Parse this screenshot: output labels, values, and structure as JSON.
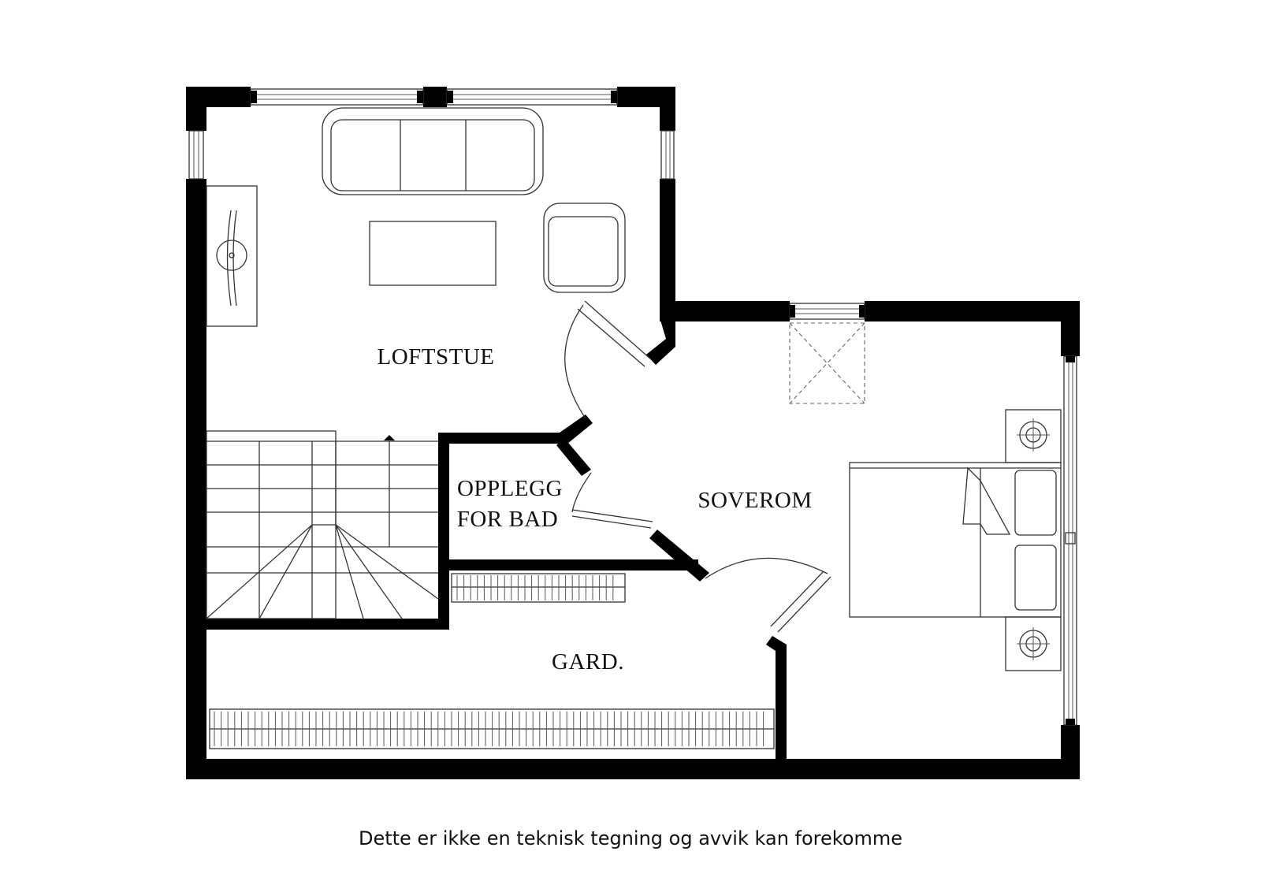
{
  "rooms": {
    "loftstue": "LOFTSTUE",
    "opplegg_line1": "OPPLEGG",
    "opplegg_line2": "FOR BAD",
    "soverom": "SOVEROM",
    "gard": "GARD."
  },
  "disclaimer": "Dette er ikke en teknisk tegning og avvik kan forekomme"
}
